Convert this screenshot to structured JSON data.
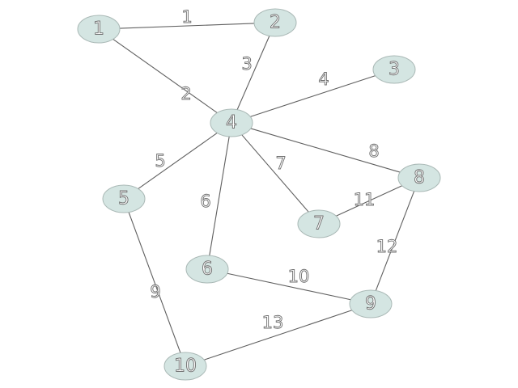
{
  "graph": {
    "nodes": [
      {
        "id": "1",
        "label": "1"
      },
      {
        "id": "2",
        "label": "2"
      },
      {
        "id": "3",
        "label": "3"
      },
      {
        "id": "4",
        "label": "4"
      },
      {
        "id": "5",
        "label": "5"
      },
      {
        "id": "6",
        "label": "6"
      },
      {
        "id": "7",
        "label": "7"
      },
      {
        "id": "8",
        "label": "8"
      },
      {
        "id": "9",
        "label": "9"
      },
      {
        "id": "10",
        "label": "10"
      }
    ],
    "edges": [
      {
        "from": "1",
        "to": "2",
        "weight": "1"
      },
      {
        "from": "1",
        "to": "4",
        "weight": "2"
      },
      {
        "from": "2",
        "to": "4",
        "weight": "3"
      },
      {
        "from": "4",
        "to": "3",
        "weight": "4"
      },
      {
        "from": "4",
        "to": "5",
        "weight": "5"
      },
      {
        "from": "4",
        "to": "6",
        "weight": "6"
      },
      {
        "from": "4",
        "to": "7",
        "weight": "7"
      },
      {
        "from": "4",
        "to": "8",
        "weight": "8"
      },
      {
        "from": "5",
        "to": "10",
        "weight": "9"
      },
      {
        "from": "6",
        "to": "9",
        "weight": "10"
      },
      {
        "from": "7",
        "to": "8",
        "weight": "11"
      },
      {
        "from": "8",
        "to": "9",
        "weight": "12"
      },
      {
        "from": "10",
        "to": "9",
        "weight": "13"
      }
    ],
    "colors": {
      "node_fill": "#d4e5e2",
      "node_stroke": "#a9b8b5",
      "edge": "#5f5f5f",
      "label_outline": "#6f6f6f"
    }
  }
}
